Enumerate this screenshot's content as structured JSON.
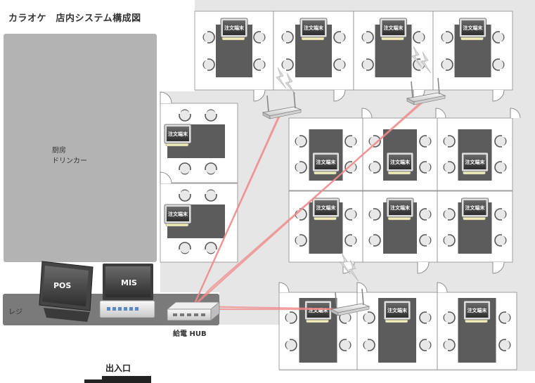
{
  "title": "カラオケ　店内システム構成図",
  "kitchen": {
    "line1": "厨房",
    "line2": "ドリンカー"
  },
  "register_label": "レジ",
  "pos_label": "POS",
  "mis_label": "MIS",
  "hub_label": "給電 HUB",
  "entrance_label": "出入口",
  "terminal_label": "注文端末",
  "colors": {
    "floor": "#e6e6e6",
    "room": "#ffffff",
    "table": "#5c5c5c",
    "kitchen": "#b3b3b3",
    "counter": "#7a7a7a",
    "link": "#f08a8a"
  },
  "icons": [
    "wifi-router-icon",
    "wireless-signal-icon",
    "order-terminal-icon",
    "chair-icon",
    "pos-terminal-icon",
    "mis-server-icon",
    "hub-icon"
  ]
}
